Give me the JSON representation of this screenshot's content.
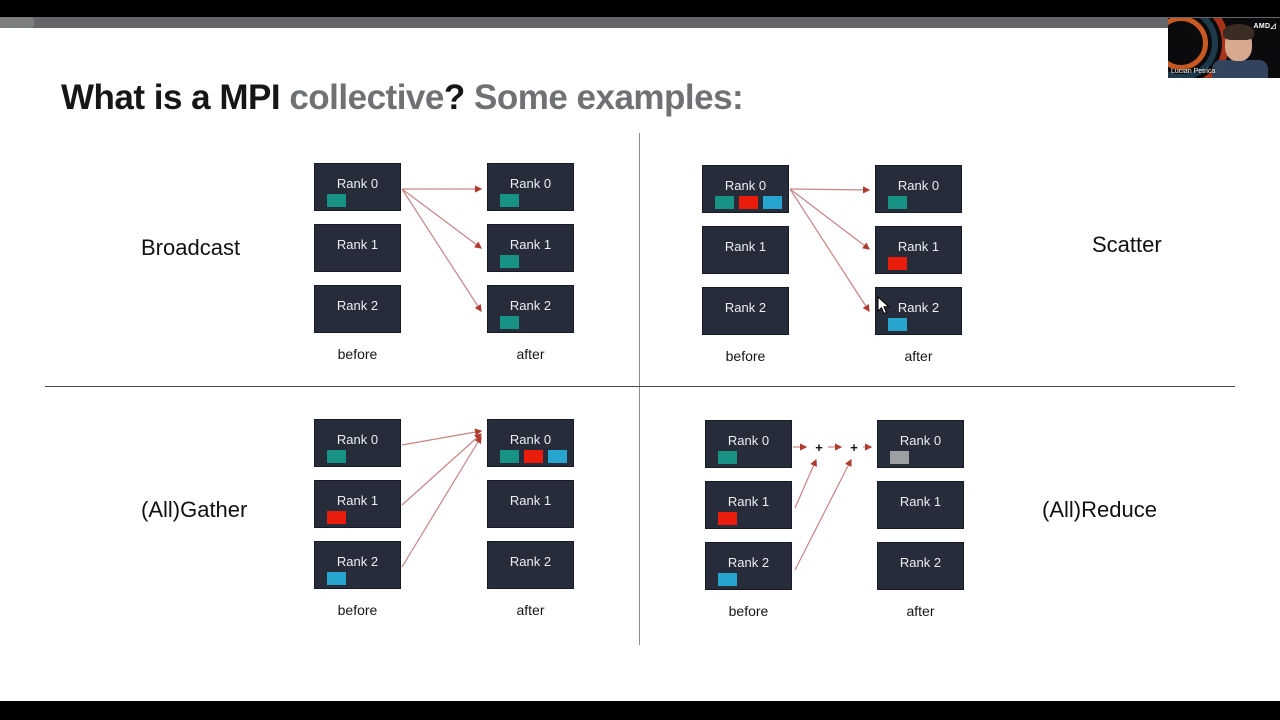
{
  "title": {
    "part1": "What is a MPI ",
    "part2": "collective",
    "part3": "?",
    "part4": " Some examples:"
  },
  "colors": {
    "teal": "#189284",
    "red": "#ea1c0c",
    "cyan": "#27a5ce",
    "gray": "#9d9fa2",
    "box_bg": "#262c3a",
    "arrow_line": "#c98484",
    "arrow_head": "#b03a2e"
  },
  "quadrants": [
    {
      "name": "Broadcast",
      "before_label": "before",
      "after_label": "after",
      "before": [
        {
          "label": "Rank 0",
          "squares": [
            "#189284"
          ]
        },
        {
          "label": "Rank 1",
          "squares": []
        },
        {
          "label": "Rank 2",
          "squares": []
        }
      ],
      "after": [
        {
          "label": "Rank 0",
          "squares": [
            "#189284"
          ]
        },
        {
          "label": "Rank 1",
          "squares": [
            "#189284"
          ]
        },
        {
          "label": "Rank 2",
          "squares": [
            "#189284"
          ]
        }
      ]
    },
    {
      "name": "Scatter",
      "before_label": "before",
      "after_label": "after",
      "before": [
        {
          "label": "Rank 0",
          "squares": [
            "#189284",
            "#ea1c0c",
            "#27a5ce"
          ]
        },
        {
          "label": "Rank 1",
          "squares": []
        },
        {
          "label": "Rank 2",
          "squares": []
        }
      ],
      "after": [
        {
          "label": "Rank 0",
          "squares": [
            "#189284"
          ]
        },
        {
          "label": "Rank 1",
          "squares": [
            "#ea1c0c"
          ]
        },
        {
          "label": "Rank 2",
          "squares": [
            "#27a5ce"
          ]
        }
      ]
    },
    {
      "name": "(All)Gather",
      "before_label": "before",
      "after_label": "after",
      "before": [
        {
          "label": "Rank 0",
          "squares": [
            "#189284"
          ]
        },
        {
          "label": "Rank 1",
          "squares": [
            "#ea1c0c"
          ]
        },
        {
          "label": "Rank 2",
          "squares": [
            "#27a5ce"
          ]
        }
      ],
      "after": [
        {
          "label": "Rank 0",
          "squares": [
            "#189284",
            "#ea1c0c",
            "#27a5ce"
          ]
        },
        {
          "label": "Rank 1",
          "squares": []
        },
        {
          "label": "Rank 2",
          "squares": []
        }
      ]
    },
    {
      "name": "(All)Reduce",
      "operator": "+",
      "before_label": "before",
      "after_label": "after",
      "before": [
        {
          "label": "Rank 0",
          "squares": [
            "#189284"
          ]
        },
        {
          "label": "Rank 1",
          "squares": [
            "#ea1c0c"
          ]
        },
        {
          "label": "Rank 2",
          "squares": [
            "#27a5ce"
          ]
        }
      ],
      "after": [
        {
          "label": "Rank 0",
          "squares": [
            "#9d9fa2"
          ]
        },
        {
          "label": "Rank 1",
          "squares": []
        },
        {
          "label": "Rank 2",
          "squares": []
        }
      ]
    }
  ],
  "webcam": {
    "name": "Lucian Petrica",
    "logo": "AMD",
    "logo_mark": "◿"
  }
}
